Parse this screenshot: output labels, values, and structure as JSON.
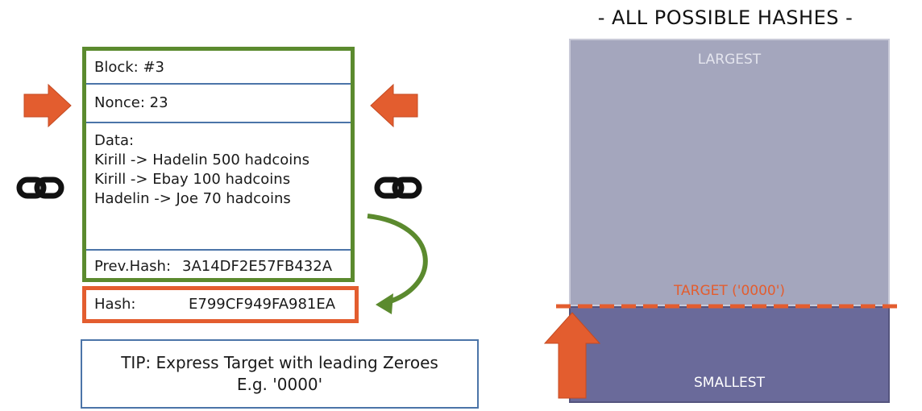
{
  "block": {
    "block_label": "Block: #3",
    "nonce_label": "Nonce: 23",
    "data_label": "Data:",
    "transactions": [
      "Kirill -> Hadelin 500 hadcoins",
      "Kirill -> Ebay 100 hadcoins",
      "Hadelin -> Joe 70 hadcoins"
    ],
    "prev_hash_label": "Prev.Hash:",
    "prev_hash_value": "3A14DF2E57FB432A",
    "hash_label": "Hash:",
    "hash_value": "E799CF949FA981EA"
  },
  "tip": {
    "line1": "TIP: Express Target with leading Zeroes",
    "line2": "E.g. '0000'"
  },
  "hash_space": {
    "title": "- ALL POSSIBLE HASHES -",
    "largest_label": "LARGEST",
    "smallest_label": "SMALLEST",
    "target_label": "TARGET ('0000')"
  },
  "colors": {
    "block_border": "#5b8a2e",
    "hash_border": "#e35d2f",
    "accent_orange": "#e35d2f",
    "divider_blue": "#4b74a8",
    "largest_region": "#a4a6bd",
    "smallest_region": "#6a6a9a"
  },
  "icons": [
    "arrow-right-icon",
    "arrow-left-icon",
    "chain-link-icon",
    "curved-arrow-icon",
    "arrow-up-icon"
  ]
}
